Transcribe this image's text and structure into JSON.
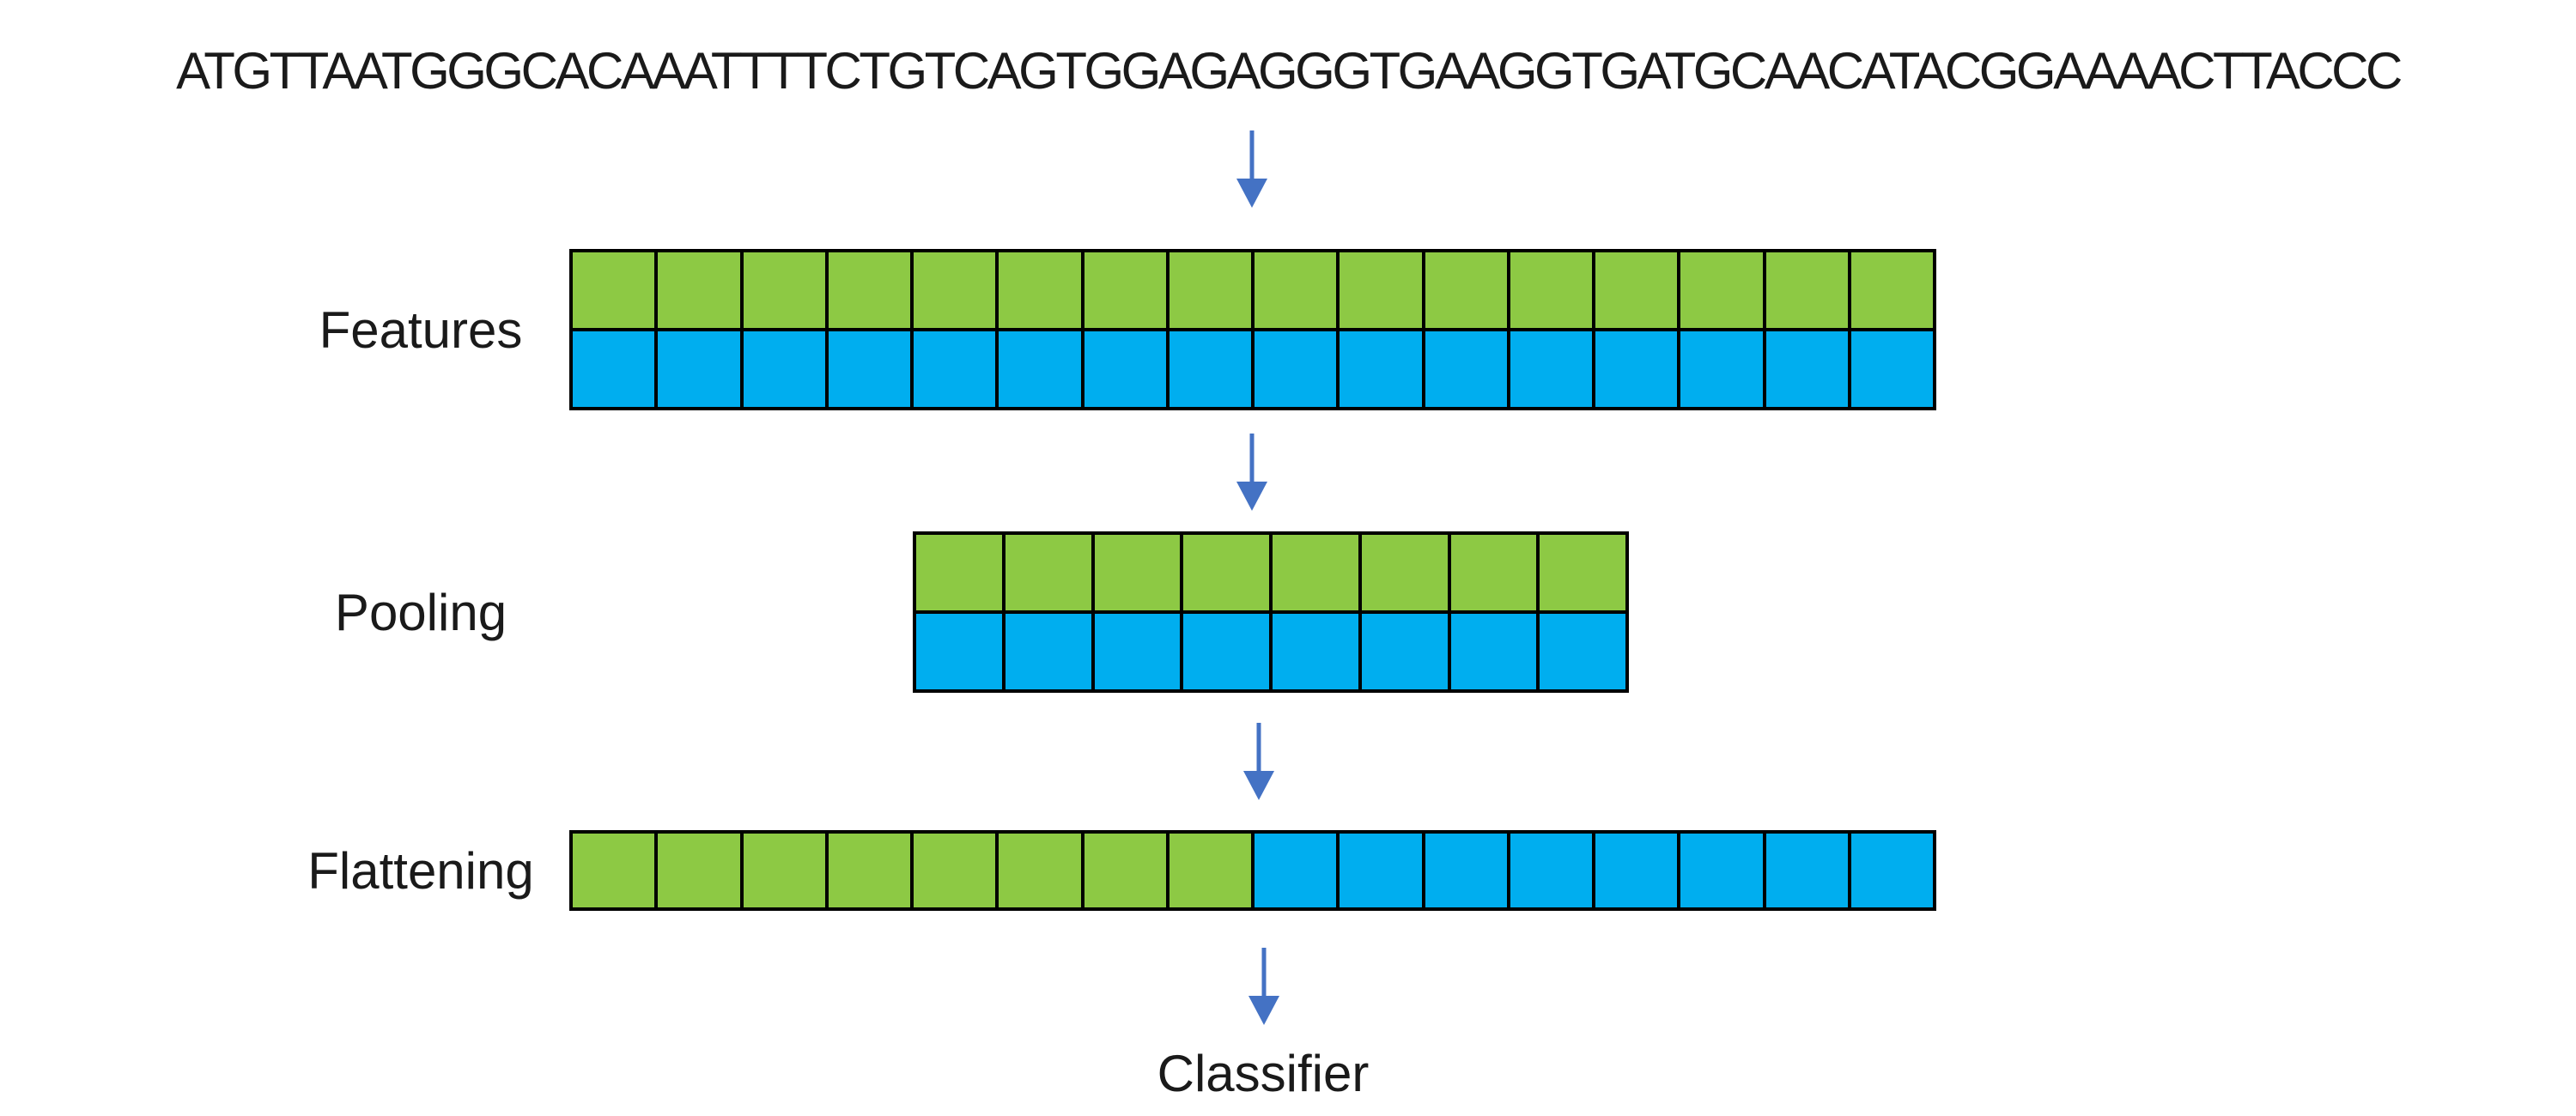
{
  "sequence": "ATGTTAATGGGCACAAATTTTCTGTCAGTGGAGAGGGTGAAGGTGATGCAACATACGGAAAACTTACCC",
  "labels": {
    "features": "Features",
    "pooling": "Pooling",
    "flattening": "Flattening",
    "classifier": "Classifier"
  },
  "colors": {
    "green": "#8DC944",
    "blue": "#00AEEF",
    "arrow": "#4472C4",
    "border": "#000000",
    "background": "#FFFFFF",
    "text": "#1A1A1A"
  },
  "icons": {
    "arrow": "down-arrow-icon"
  },
  "grids": [
    {
      "id": "features-grid",
      "name": "features-grid",
      "rows": [
        {
          "segments": [
            {
              "color": "green",
              "count": 16
            }
          ]
        },
        {
          "segments": [
            {
              "color": "blue",
              "count": 16
            }
          ]
        }
      ]
    },
    {
      "id": "pooling-grid",
      "name": "pooling-grid",
      "rows": [
        {
          "segments": [
            {
              "color": "green",
              "count": 8
            }
          ]
        },
        {
          "segments": [
            {
              "color": "blue",
              "count": 8
            }
          ]
        }
      ]
    },
    {
      "id": "flattening-grid",
      "name": "flattening-grid",
      "rows": [
        {
          "segments": [
            {
              "color": "green",
              "count": 8
            },
            {
              "color": "blue",
              "count": 8
            }
          ]
        }
      ]
    }
  ]
}
